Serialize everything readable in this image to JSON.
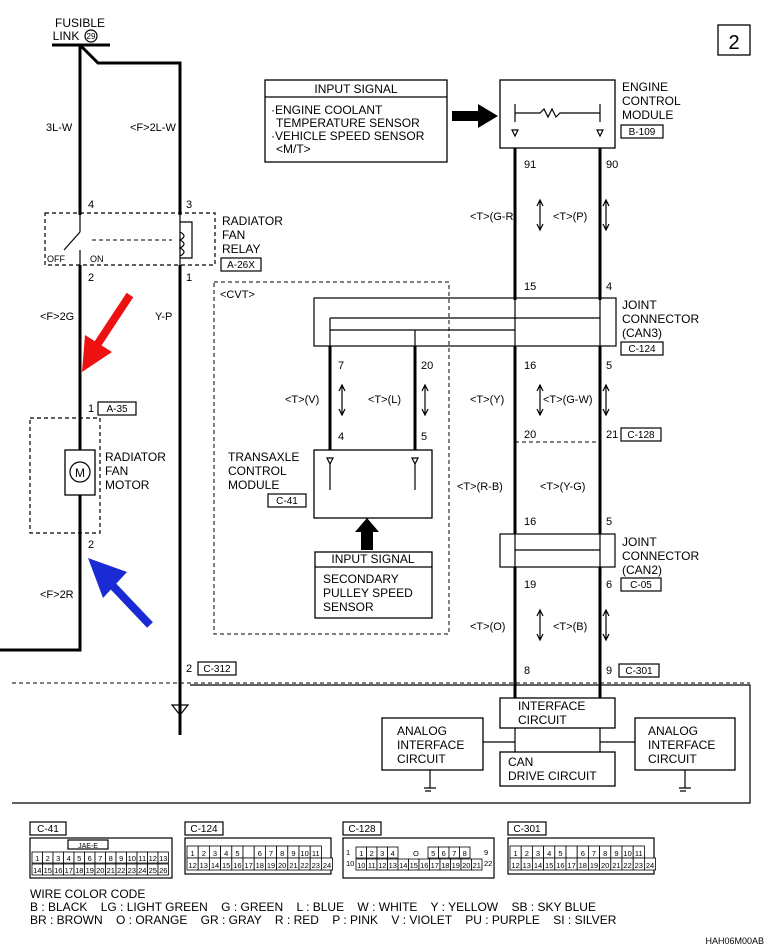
{
  "page_number": "2",
  "fusible_link": {
    "line1": "FUSIBLE",
    "line2": "LINK",
    "number": "29"
  },
  "wires": {
    "w_3lw": "3L-W",
    "w_f2lw": "<F>2L-W",
    "w_f2g": "<F>2G",
    "w_yp": "Y-P",
    "w_f2r": "<F>2R",
    "w_tgr": "<T>(G-R)",
    "w_tp": "<T>(P)",
    "w_tv": "<T>(V)",
    "w_tl": "<T>(L)",
    "w_ty": "<T>(Y)",
    "w_tgw": "<T>(G-W)",
    "w_trb": "<T>(R-B)",
    "w_tyg": "<T>(Y-G)",
    "w_to": "<T>(O)",
    "w_tb": "<T>(B)"
  },
  "pins": {
    "p_4a": "4",
    "p_3": "3",
    "p_2a": "2",
    "p_1a": "1",
    "p_1b": "1",
    "p_2b": "2",
    "p_2c": "2",
    "p_91": "91",
    "p_90": "90",
    "p_15": "15",
    "p_4b": "4",
    "p_7": "7",
    "p_20a": "20",
    "p_16a": "16",
    "p_5a": "5",
    "p_4c": "4",
    "p_5b": "5",
    "p_20b": "20",
    "p_21": "21",
    "p_16b": "16",
    "p_5c": "5",
    "p_19": "19",
    "p_6": "6",
    "p_8": "8",
    "p_9": "9"
  },
  "relay": {
    "line1": "RADIATOR",
    "line2": "FAN",
    "line3": "RELAY",
    "connector": "A-26X",
    "off": "OFF",
    "on": "ON"
  },
  "motor": {
    "line1": "RADIATOR",
    "line2": "FAN",
    "line3": "MOTOR",
    "connector": "A-35",
    "symbol": "M"
  },
  "ecm_input": {
    "title": "INPUT SIGNAL",
    "line1": "·ENGINE COOLANT",
    "line2": "TEMPERATURE SENSOR",
    "line3": "·VEHICLE SPEED SENSOR",
    "line4": "<M/T>"
  },
  "ecm": {
    "line1": "ENGINE",
    "line2": "CONTROL",
    "line3": "MODULE",
    "connector": "B-109"
  },
  "cvt_label": "<CVT>",
  "can3": {
    "line1": "JOINT",
    "line2": "CONNECTOR",
    "line3": "(CAN3)",
    "connector": "C-124"
  },
  "tcm": {
    "line1": "TRANSAXLE",
    "line2": "CONTROL",
    "line3": "MODULE",
    "connector": "C-41"
  },
  "tcm_input": {
    "title": "INPUT SIGNAL",
    "line1": "SECONDARY",
    "line2": "PULLEY SPEED",
    "line3": "SENSOR"
  },
  "can2": {
    "line1": "JOINT",
    "line2": "CONNECTOR",
    "line3": "(CAN2)",
    "connector": "C-05"
  },
  "junction_connectors": {
    "c128": "C-128",
    "c312": "C-312",
    "c301": "C-301"
  },
  "meter_blocks": {
    "interface": {
      "line1": "INTERFACE",
      "line2": "CIRCUIT"
    },
    "can_drive": {
      "line1": "CAN",
      "line2": "DRIVE CIRCUIT"
    },
    "analog_left": {
      "line1": "ANALOG",
      "line2": "INTERFACE",
      "line3": "CIRCUIT"
    },
    "analog_right": {
      "line1": "ANALOG",
      "line2": "INTERFACE",
      "line3": "CIRCUIT"
    }
  },
  "connector_views": {
    "c41": {
      "label": "C-41",
      "header": "JAE-E",
      "row1": [
        "1",
        "2",
        "3",
        "4",
        "5",
        "6",
        "7",
        "8",
        "9",
        "10",
        "11",
        "12",
        "13"
      ],
      "row2": [
        "14",
        "15",
        "16",
        "17",
        "18",
        "19",
        "20",
        "21",
        "22",
        "23",
        "24",
        "25",
        "26"
      ]
    },
    "c124": {
      "label": "C-124",
      "row1": [
        "1",
        "2",
        "3",
        "4",
        "5",
        "",
        "6",
        "7",
        "8",
        "9",
        "10",
        "11"
      ],
      "row2": [
        "12",
        "13",
        "14",
        "15",
        "16",
        "17",
        "18",
        "19",
        "20",
        "21",
        "22",
        "23",
        "24"
      ]
    },
    "c128": {
      "label": "C-128",
      "row1a": [
        "1",
        "2",
        "3",
        "4"
      ],
      "row1b": [
        "5",
        "6",
        "7",
        "8"
      ],
      "row2": [
        "10",
        "11",
        "12",
        "13",
        "14",
        "15",
        "16",
        "17",
        "18",
        "19",
        "20",
        "21"
      ],
      "left": "1",
      "left2": "10",
      "right": "9",
      "right2": "22",
      "mid": "O"
    },
    "c301": {
      "label": "C-301",
      "row1": [
        "1",
        "2",
        "3",
        "4",
        "5",
        "",
        "6",
        "7",
        "8",
        "9",
        "10",
        "11"
      ],
      "row2": [
        "12",
        "13",
        "14",
        "15",
        "16",
        "17",
        "18",
        "19",
        "20",
        "21",
        "22",
        "23",
        "24"
      ]
    }
  },
  "wire_color_code": {
    "title": "WIRE COLOR CODE",
    "line1": "B : BLACK    LG : LIGHT GREEN    G : GREEN    L : BLUE    W : WHITE    Y : YELLOW    SB : SKY BLUE",
    "line2": "BR : BROWN    O : ORANGE    GR : GRAY    R : RED    P : PINK    V : VIOLET    PU : PURPLE    SI : SILVER"
  },
  "figure_code": "HAH06M00AB",
  "colors": {
    "arrow_red": "#ee1111",
    "arrow_blue": "#1a2bd6"
  }
}
